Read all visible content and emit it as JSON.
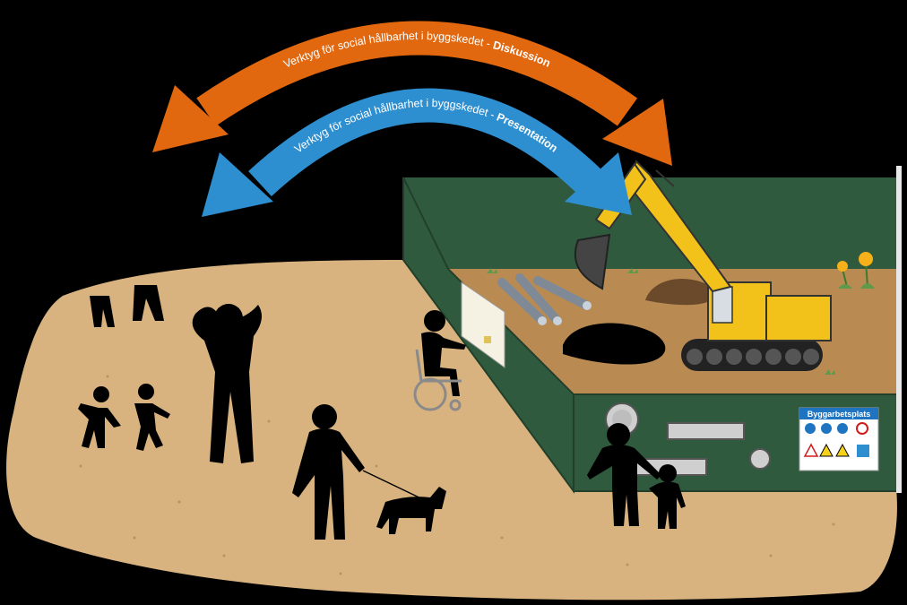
{
  "arcs": {
    "outer": {
      "prefix": "Verktyg för social hållbarhet i byggskedet - ",
      "emphasis": "Diskussion",
      "color": "#e2680f"
    },
    "inner": {
      "prefix": "Verktyg för social hållbarhet i byggskedet - ",
      "emphasis": "Presentation",
      "color": "#2e8fd0"
    }
  },
  "site_sign": {
    "title": "Byggarbetsplats",
    "header_color": "#1f74c2"
  },
  "colors": {
    "ground": "#d9b37f",
    "fence": "#2f5a3e",
    "dirt": "#b98b53",
    "excavator": "#f2c21b"
  }
}
